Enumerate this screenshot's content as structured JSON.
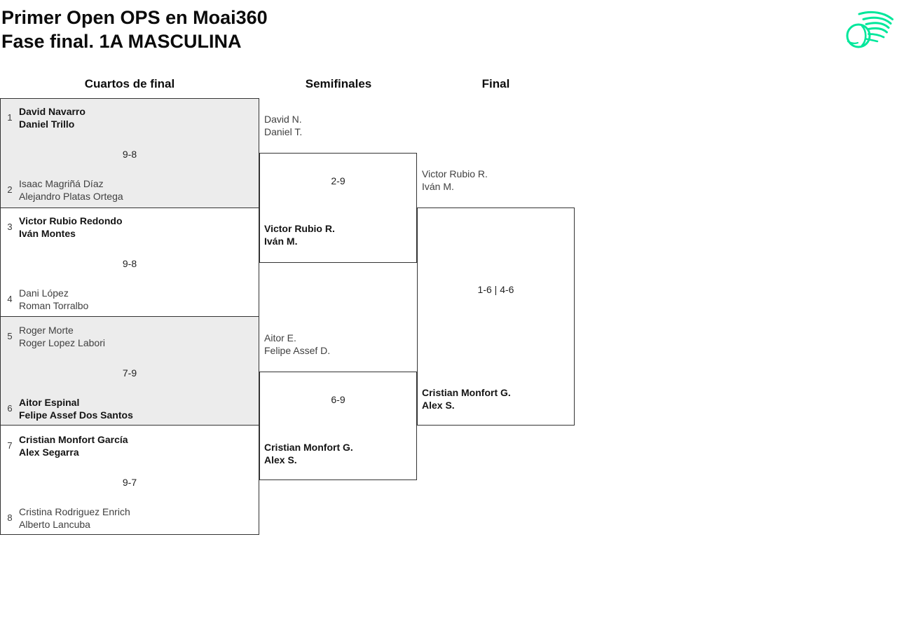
{
  "header": {
    "title_line1": "Primer Open OPS en Moai360",
    "title_line2": "Fase final. 1A MASCULINA"
  },
  "logo": {
    "name": "tennis-ball-swoosh-logo"
  },
  "colors": {
    "accent": "#00e79b",
    "altbg": "#ececec",
    "line": "#333333",
    "text": "#161616",
    "muted": "#3f3f3f"
  },
  "columns": [
    {
      "label": "Cuartos de final"
    },
    {
      "label": "Semifinales"
    },
    {
      "label": "Final"
    }
  ],
  "bracket": {
    "quarterfinals": [
      {
        "top": {
          "seed": "1",
          "players": [
            "David Navarro",
            "Daniel Trillo"
          ],
          "winner": true
        },
        "score": "9-8",
        "bottom": {
          "seed": "2",
          "players": [
            "Isaac Magriñá Díaz",
            "Alejandro Platas Ortega"
          ],
          "winner": false
        }
      },
      {
        "top": {
          "seed": "3",
          "players": [
            "Victor Rubio Redondo",
            "Iván Montes"
          ],
          "winner": true
        },
        "score": "9-8",
        "bottom": {
          "seed": "4",
          "players": [
            "Dani López",
            "Roman Torralbo"
          ],
          "winner": false
        }
      },
      {
        "top": {
          "seed": "5",
          "players": [
            "Roger Morte",
            "Roger Lopez Labori"
          ],
          "winner": false
        },
        "score": "7-9",
        "bottom": {
          "seed": "6",
          "players": [
            "Aitor Espinal",
            "Felipe Assef Dos Santos"
          ],
          "winner": true
        }
      },
      {
        "top": {
          "seed": "7",
          "players": [
            "Cristian Monfort García",
            "Alex Segarra"
          ],
          "winner": true
        },
        "score": "9-7",
        "bottom": {
          "seed": "8",
          "players": [
            "Cristina Rodriguez Enrich",
            "Alberto Lancuba"
          ],
          "winner": false
        }
      }
    ],
    "semifinals": [
      {
        "top": {
          "players": [
            "David N.",
            "Daniel T."
          ],
          "winner": false
        },
        "score": "2-9",
        "bottom": {
          "players": [
            "Victor Rubio R.",
            "Iván M."
          ],
          "winner": true
        }
      },
      {
        "top": {
          "players": [
            "Aitor E.",
            "Felipe Assef D."
          ],
          "winner": false
        },
        "score": "6-9",
        "bottom": {
          "players": [
            "Cristian Monfort G.",
            "Alex S."
          ],
          "winner": true
        }
      }
    ],
    "final": {
      "top": {
        "players": [
          "Victor Rubio R.",
          "Iván M."
        ],
        "winner": false
      },
      "score": "1-6 | 4-6",
      "bottom": {
        "players": [
          "Cristian Monfort G.",
          "Alex S."
        ],
        "winner": true
      }
    }
  }
}
